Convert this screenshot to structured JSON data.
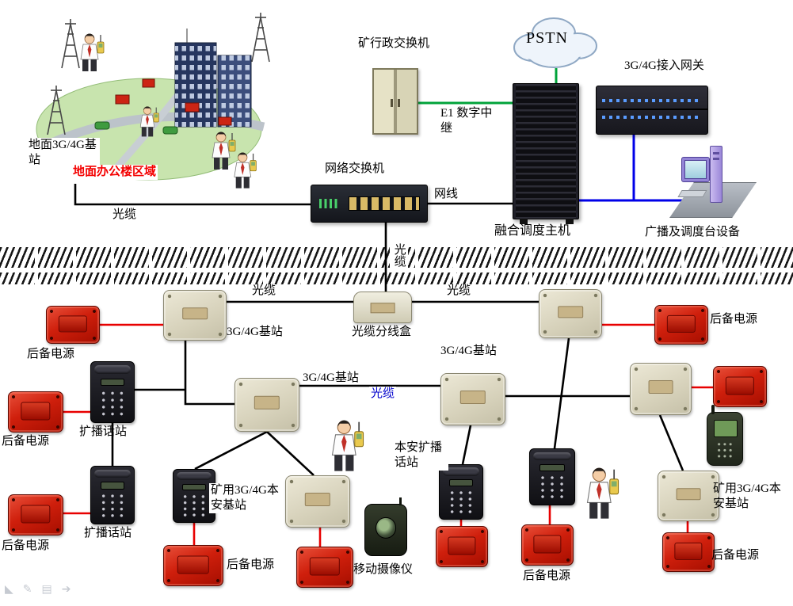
{
  "colors": {
    "black_line": "#000000",
    "red_line": "#e80000",
    "blue_line": "#0000e8",
    "green_line": "#00a33a",
    "blue_label": "#0000cc",
    "red_label": "#f40000",
    "station_body": "#d6d1ba",
    "backup_body": "#cf1f0c"
  },
  "surface": {
    "ground_station_label": "地面3G/4G基站",
    "ground_area_label": "地面办公楼区域",
    "fiber_label": "光缆",
    "admin_switch_label": "矿行政交换机",
    "pstn_label": "PSTN",
    "e1_relay_label": "E1 数字中继",
    "gateway_label": "3G/4G接入网关",
    "network_switch_label": "网络交换机",
    "net_cable_label": "网线",
    "dispatch_host_label": "融合调度主机",
    "broadcast_console_label": "广播及调度台设备"
  },
  "underground": {
    "fiber_label": "光缆",
    "fiber_splitter_label": "光缆分线盒",
    "station_label": "3G/4G基站",
    "mine_station_label": "矿用3G/4G本安基站",
    "backup_power_label": "后备电源",
    "amp_phone_label": "扩播话站",
    "safe_amp_phone_label": "本安扩播话站",
    "mobile_camera_label": "移动摄像仪"
  },
  "toolbar": {
    "icons": [
      {
        "name": "pointer-arrow-icon",
        "glyph": "◣"
      },
      {
        "name": "pen-icon",
        "glyph": "✎"
      },
      {
        "name": "slide-panel-icon",
        "glyph": "▤"
      },
      {
        "name": "next-arrow-icon",
        "glyph": "➔"
      }
    ]
  }
}
